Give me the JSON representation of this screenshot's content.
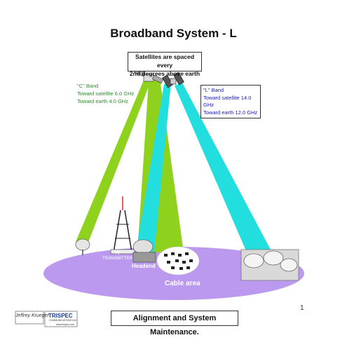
{
  "title": "Broadband System - L",
  "satellite_note": [
    "Satellites are spaced every",
    "2nd degrees above earth"
  ],
  "c_band": {
    "name": "\"C\" Band",
    "uplink": "Toward satellite 6.0 GHz",
    "downlink": "Toward earth 4.0 GHz"
  },
  "l_band": {
    "name": "\"L\" Band",
    "uplink": "Toward satellite 14.0 GHz",
    "downlink": "Toward earth 12.0 GHz"
  },
  "tv_transmitter_label": [
    "TV",
    "TRANSMITTER"
  ],
  "headend_label": "Headend",
  "cable_area_label": "Cable area",
  "footer_caption": "Alignment and System Maintenance.",
  "page_number": "1",
  "logo": {
    "signature": "Jeffrey Krueger",
    "brand": "TRISPEC",
    "subtitle": "COMMUNICATIONS INC",
    "url": "www.trispec.com"
  },
  "colors": {
    "c_band_beam": "#8ed21e",
    "l_band_beam": "#22dede",
    "ground": "#bb99ee",
    "c_band_text": "#2e8b2e",
    "l_band_text": "#1a1ab8"
  }
}
